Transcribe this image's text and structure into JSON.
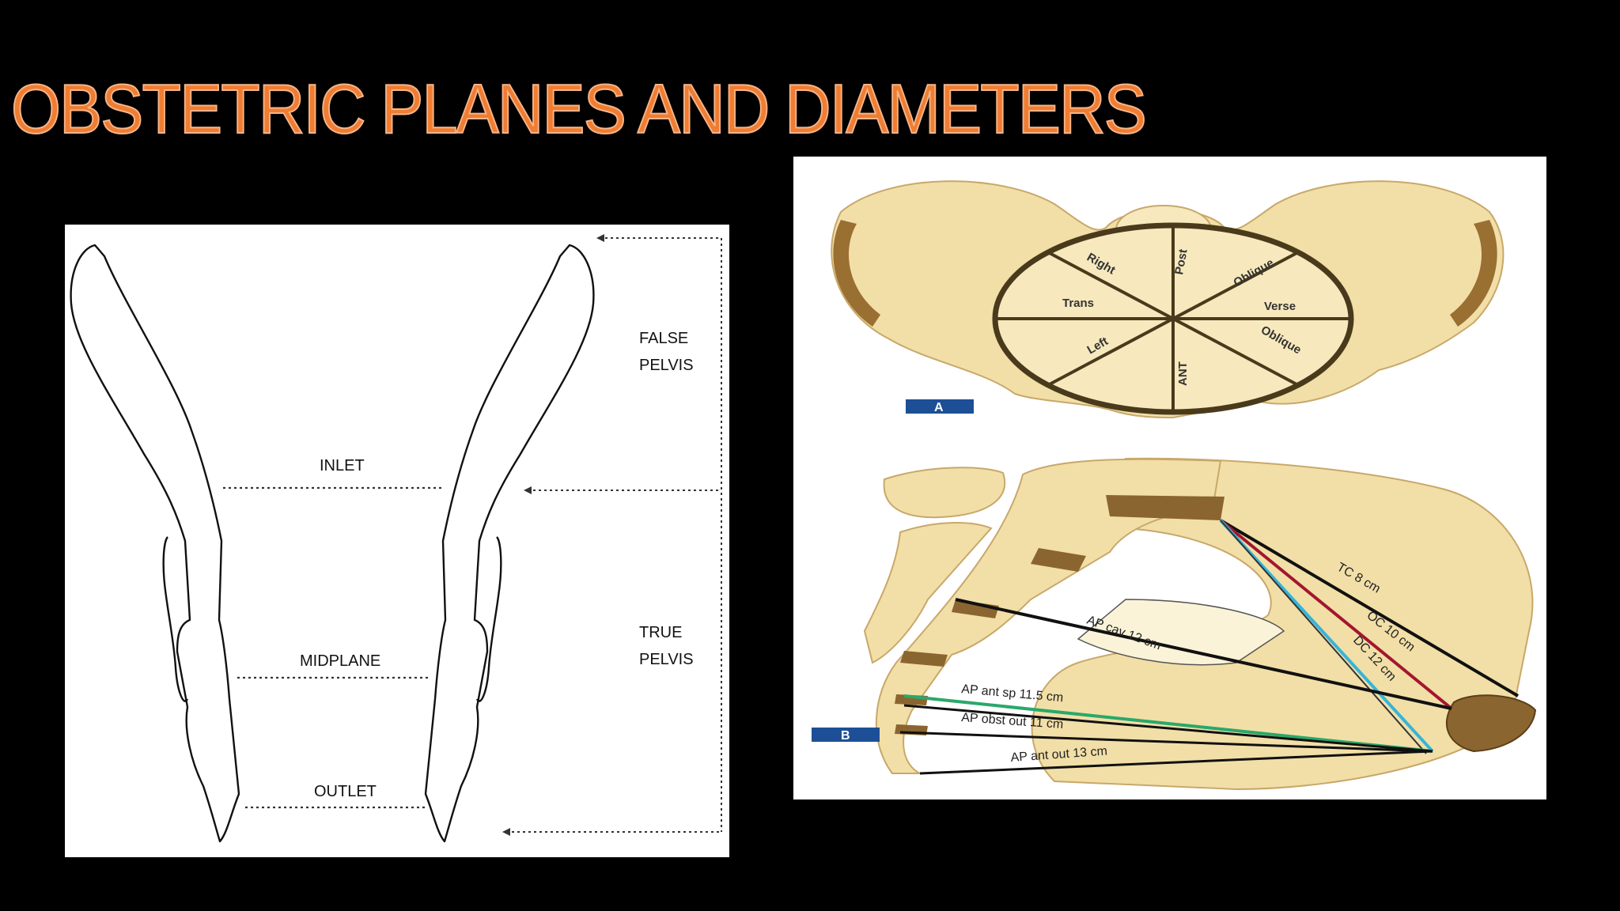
{
  "slide": {
    "title": "OBSTETRIC PLANES AND DIAMETERS",
    "title_color": "#ef7d32"
  },
  "left_diagram": {
    "labels": {
      "false_pelvis_1": "FALSE",
      "false_pelvis_2": "PELVIS",
      "inlet": "INLET",
      "midplane": "MIDPLANE",
      "outlet": "OUTLET",
      "true_pelvis_1": "TRUE",
      "true_pelvis_2": "PELVIS"
    }
  },
  "right_diagram": {
    "bone_color": "#f2dfa7",
    "panel_a": {
      "badge": "A",
      "labels": {
        "right": "Right",
        "post": "Post",
        "oblique_top": "Oblique",
        "trans": "Trans",
        "verse": "Verse",
        "left": "Left",
        "oblique_bottom": "Oblique",
        "ant": "ANT"
      }
    },
    "panel_b": {
      "badge": "B",
      "measurements": {
        "tc": "TC 8 cm",
        "oc": "OC 10 cm",
        "dc": "DC 12 cm",
        "ap_cav": "AP cav 12 cm",
        "ap_ant_sp": "AP ant sp 11.5 cm",
        "ap_obst_out": "AP obst out 11 cm",
        "ap_ant_out": "AP ant out 13 cm"
      },
      "line_colors": {
        "tc": "#111111",
        "oc": "#a3162f",
        "dc": "#35b5d8",
        "ap_ant_sp": "#2aa86a"
      }
    }
  }
}
